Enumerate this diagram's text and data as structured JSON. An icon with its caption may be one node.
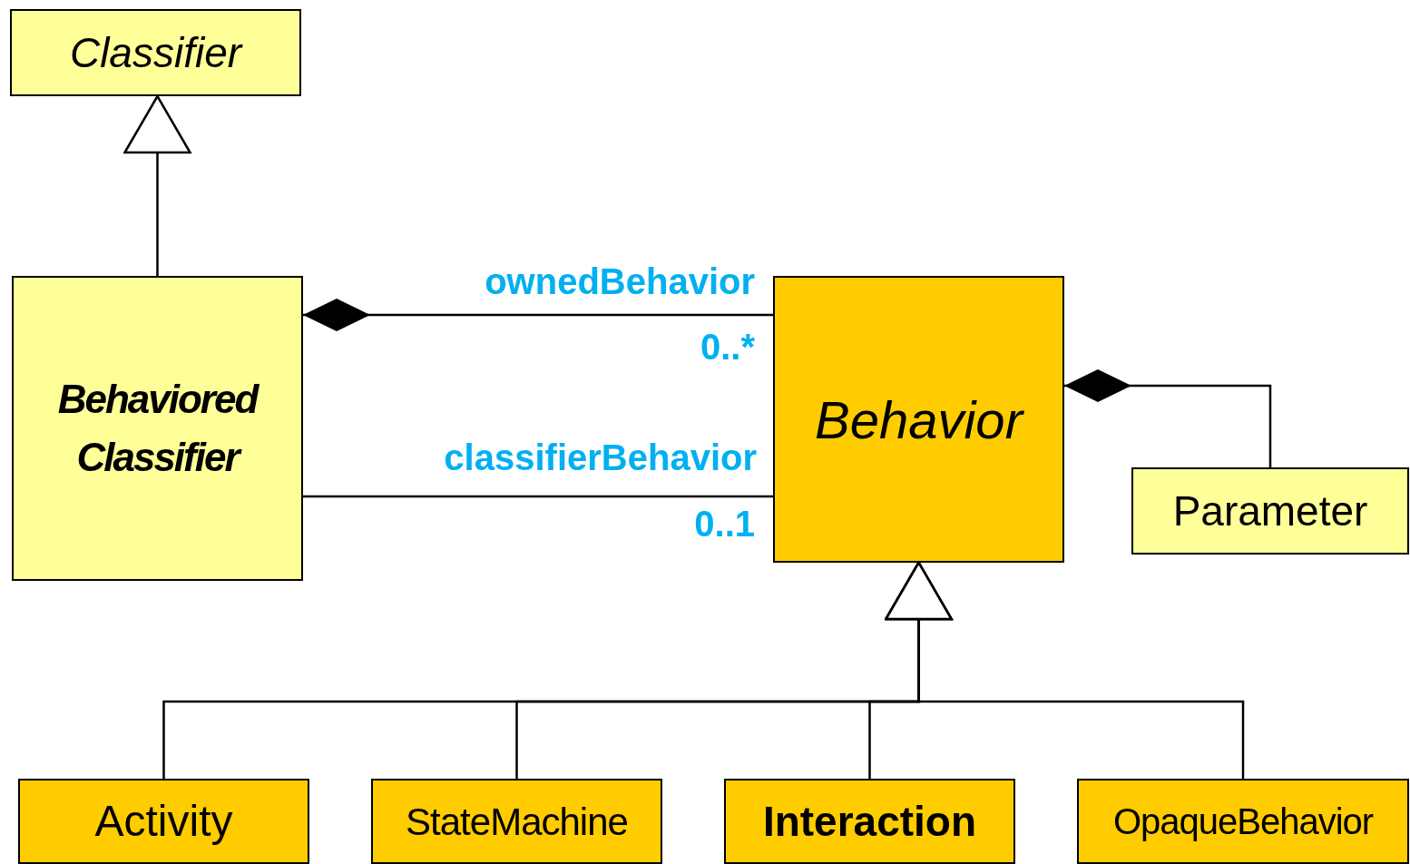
{
  "diagram": {
    "nodes": [
      {
        "text": [
          "Classifier"
        ]
      },
      {
        "text": [
          "Behaviored Classifier"
        ]
      },
      {
        "text": [
          "Behavior"
        ]
      },
      {
        "text": [
          "Parameter"
        ]
      },
      {
        "text": [
          "Activity"
        ]
      },
      {
        "text": [
          "StateMachine"
        ]
      },
      {
        "text": [
          "Interaction"
        ]
      },
      {
        "text": [
          "OpaqueBehavior"
        ]
      }
    ],
    "edges": [
      {
        "from": 1,
        "to": 0,
        "arrow": "to"
      },
      {
        "from": 1,
        "to": 2,
        "arrow": "other",
        "label": "ownedBehavior"
      },
      {
        "from": 1,
        "to": 2,
        "arrow": "none",
        "label": "classifierBehavior"
      },
      {
        "from": 2,
        "to": 3,
        "arrow": "other"
      },
      {
        "from": 4,
        "to": 2,
        "arrow": "to"
      },
      {
        "from": 5,
        "to": 2,
        "arrow": "to"
      },
      {
        "from": 6,
        "to": 2,
        "arrow": "to"
      },
      {
        "from": 7,
        "to": 2,
        "arrow": "to"
      }
    ],
    "labels": [
      "0..*",
      "0..1"
    ]
  }
}
